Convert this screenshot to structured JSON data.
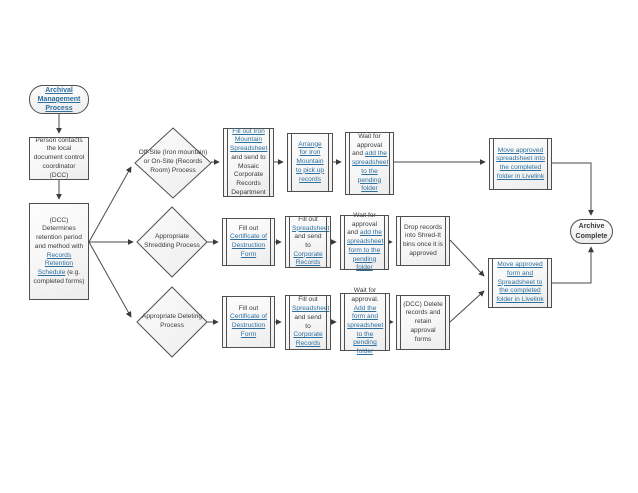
{
  "colors": {
    "link": "#2d6f9e",
    "shape_border": "#4f4f4f",
    "connector": "#4a4a4a",
    "text": "#3a3a3a",
    "shape_fill_top": "#fdfdfd",
    "shape_fill_bottom": "#ececec",
    "background": "#ffffff"
  },
  "flow": {
    "start": {
      "label": "Archival Management Process"
    },
    "contact": {
      "text": "Person contacts the local document control coordinator (DCC)"
    },
    "dcc": {
      "pre": "(DCC) Determines retention period and method with ",
      "link": "Records Retention Schedule",
      "post": " (e.g. completed forms)"
    },
    "decision_offsite": {
      "text": "Off-Site (Iron mountain) or On-Site (Records Room) Process"
    },
    "decision_shredding": {
      "text": "Appropriate Shredding Process"
    },
    "decision_deleting": {
      "text": "Appropriate Deleting Process"
    },
    "row1": {
      "fill_spreadsheet": {
        "link": "Fill out Iron Mountain Spreadsheet",
        "rest": " and send to Mosaic Corporate Records Department"
      },
      "arrange_pickup": {
        "link": "Arrange for Iron Mountain to pick up records"
      },
      "wait_approval": {
        "pre": "Wait for approval and ",
        "link": "add the spreadsheet to the pending folder"
      },
      "move_completed": {
        "link": "Move approved spreadsheet into the completed folder in Livelink"
      }
    },
    "row2": {
      "certificate": {
        "pre": "Fill out ",
        "link": "Certificate of Destruction Form"
      },
      "spreadsheet": {
        "pre": "Fill out ",
        "link1": "Spreadsheet",
        "mid": " and send to ",
        "link2": "Corporate Records"
      },
      "wait_approval": {
        "pre": "Wait for approval and ",
        "link": "add the spreadsheet form to the pending folder"
      },
      "drop_records": {
        "text": "Drop records into Shred-It bins once it is approved"
      }
    },
    "row3": {
      "certificate": {
        "pre": "Fill out ",
        "link": "Certificate of Destruction Form"
      },
      "spreadsheet": {
        "pre": "Fill out ",
        "link1": "Spreadsheet",
        "mid": " and send to ",
        "link2": "Corporate Records"
      },
      "wait_approval": {
        "pre": "Wait for approval. ",
        "link": "Add the form and spreadsheet to the pending folder"
      },
      "delete_records": {
        "text": "(DCC) Delete records and retain approval forms"
      }
    },
    "move_form_completed": {
      "link": "Move approved form and Spreadsheet to the completed folder in Livelink"
    },
    "end": {
      "label": "Archive Complete"
    }
  }
}
